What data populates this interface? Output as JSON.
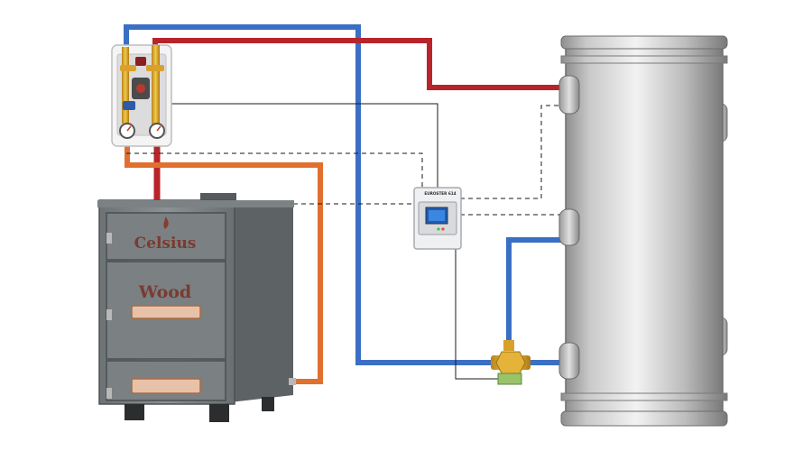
{
  "boiler": {
    "brand": "Celsius",
    "model": "Wood"
  },
  "controller": {
    "brand_text": "EUROSTER 614",
    "led_colors": [
      "#2ecc40",
      "#e74c3c"
    ]
  },
  "pipes": {
    "hot_color": "#b8242a",
    "cold_color": "#3a6fc4",
    "return_color": "#e07030",
    "signal_color": "#1a1a1a"
  },
  "tank": {
    "ports": 5
  }
}
